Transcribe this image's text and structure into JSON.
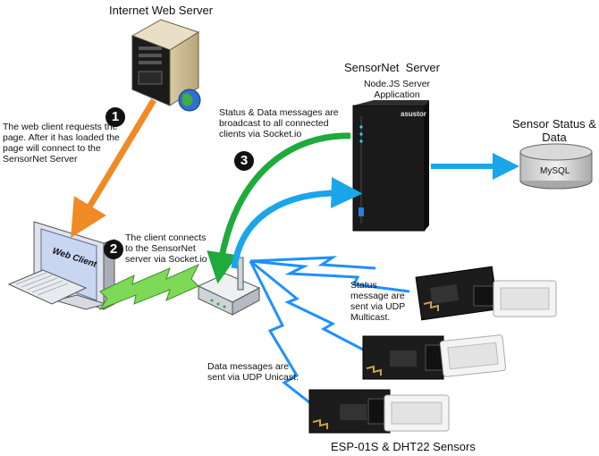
{
  "titles": {
    "web_server": "Internet Web Server",
    "sensornet_server": "SensorNet  Server",
    "nodejs_app": "Node.JS Server\nApplication",
    "sensor_status": "Sensor Status &\nData",
    "mysql": "MySQL",
    "sensors": "ESP-01S & DHT22 Sensors",
    "nas_brand": "asustor",
    "web_client": "Web Client"
  },
  "steps": {
    "one": {
      "number": "1",
      "text": "The web client requests the\npage. After it has loaded the\npage will connect to the\nSensorNet Server"
    },
    "two": {
      "number": "2",
      "text": "The client connects\nto the SensorNet\nserver via Socket.io"
    },
    "three": {
      "number": "3",
      "text": "Status & Data messages are\nbroadcast to all connected\nclients via Socket.io"
    }
  },
  "notes": {
    "status_msg": "Status\nmessage are\nsent via UDP\nMulticast.",
    "data_msg": "Data messages are\nsent via UDP Unicast."
  },
  "colors": {
    "orange_arrow": "#f08a24",
    "green_arrow": "#1faa3c",
    "blue_arrow": "#1aa6e8",
    "lightning_green": "#7ed957",
    "lightning_blue": "#1e90ff"
  }
}
